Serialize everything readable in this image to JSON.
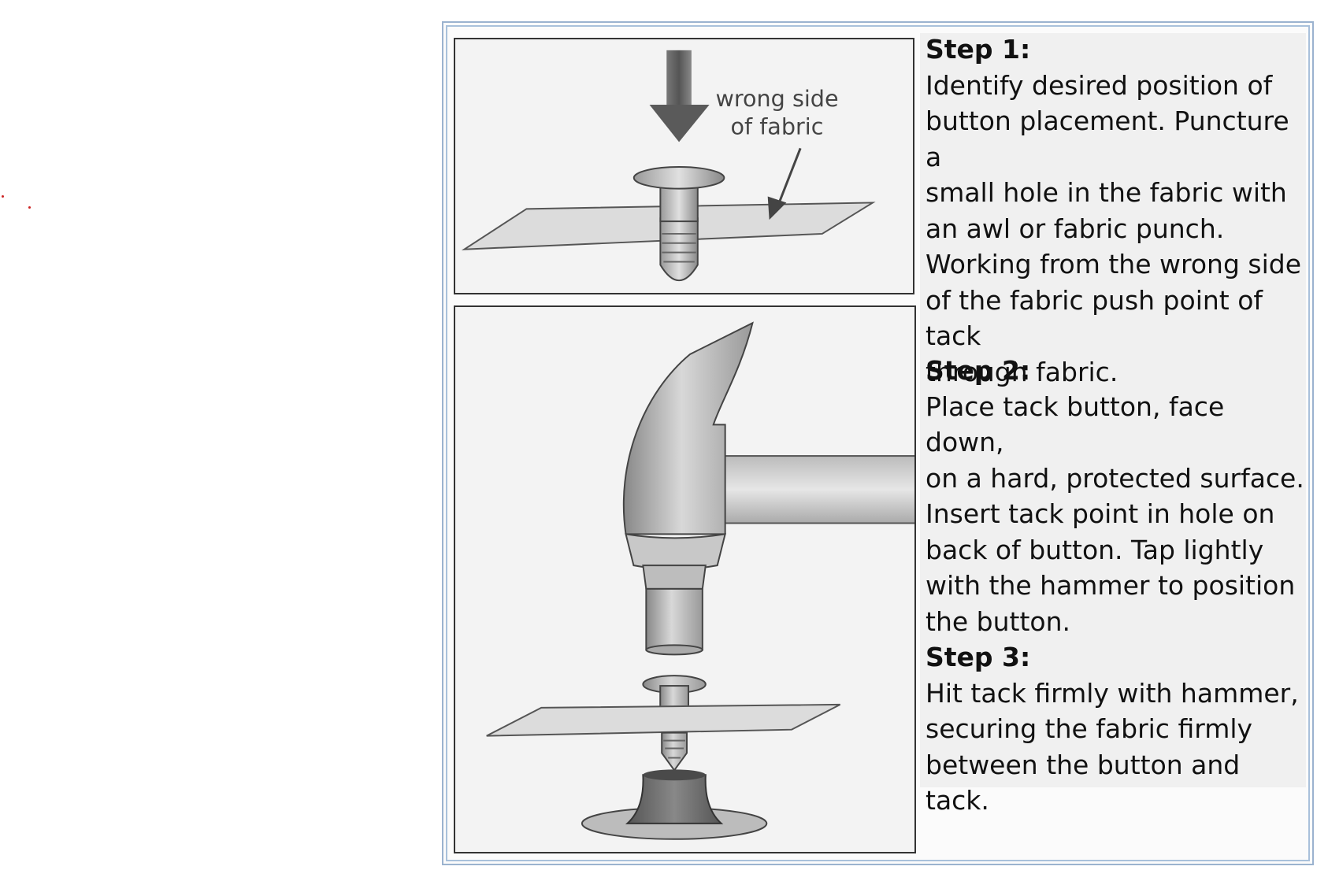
{
  "figure": {
    "label_text": [
      "wrong side",
      "of fabric"
    ]
  },
  "steps": [
    {
      "title": "Step 1:",
      "lines": [
        "Identify desired position of",
        "button placement. Puncture a",
        "small hole in the fabric with",
        "an awl or fabric punch.",
        "Working from the wrong side",
        "of the fabric push point of tack",
        "through fabric."
      ]
    },
    {
      "title": "Step 2:",
      "lines": [
        "Place tack button, face down,",
        "on a hard, protected surface.",
        "Insert tack point in hole on",
        "back of button. Tap lightly",
        "with the hammer to position",
        "the button."
      ]
    },
    {
      "title": "Step 3:",
      "lines": [
        "Hit tack firmly with hammer,",
        "securing the fabric firmly",
        "between the button and tack."
      ]
    }
  ]
}
